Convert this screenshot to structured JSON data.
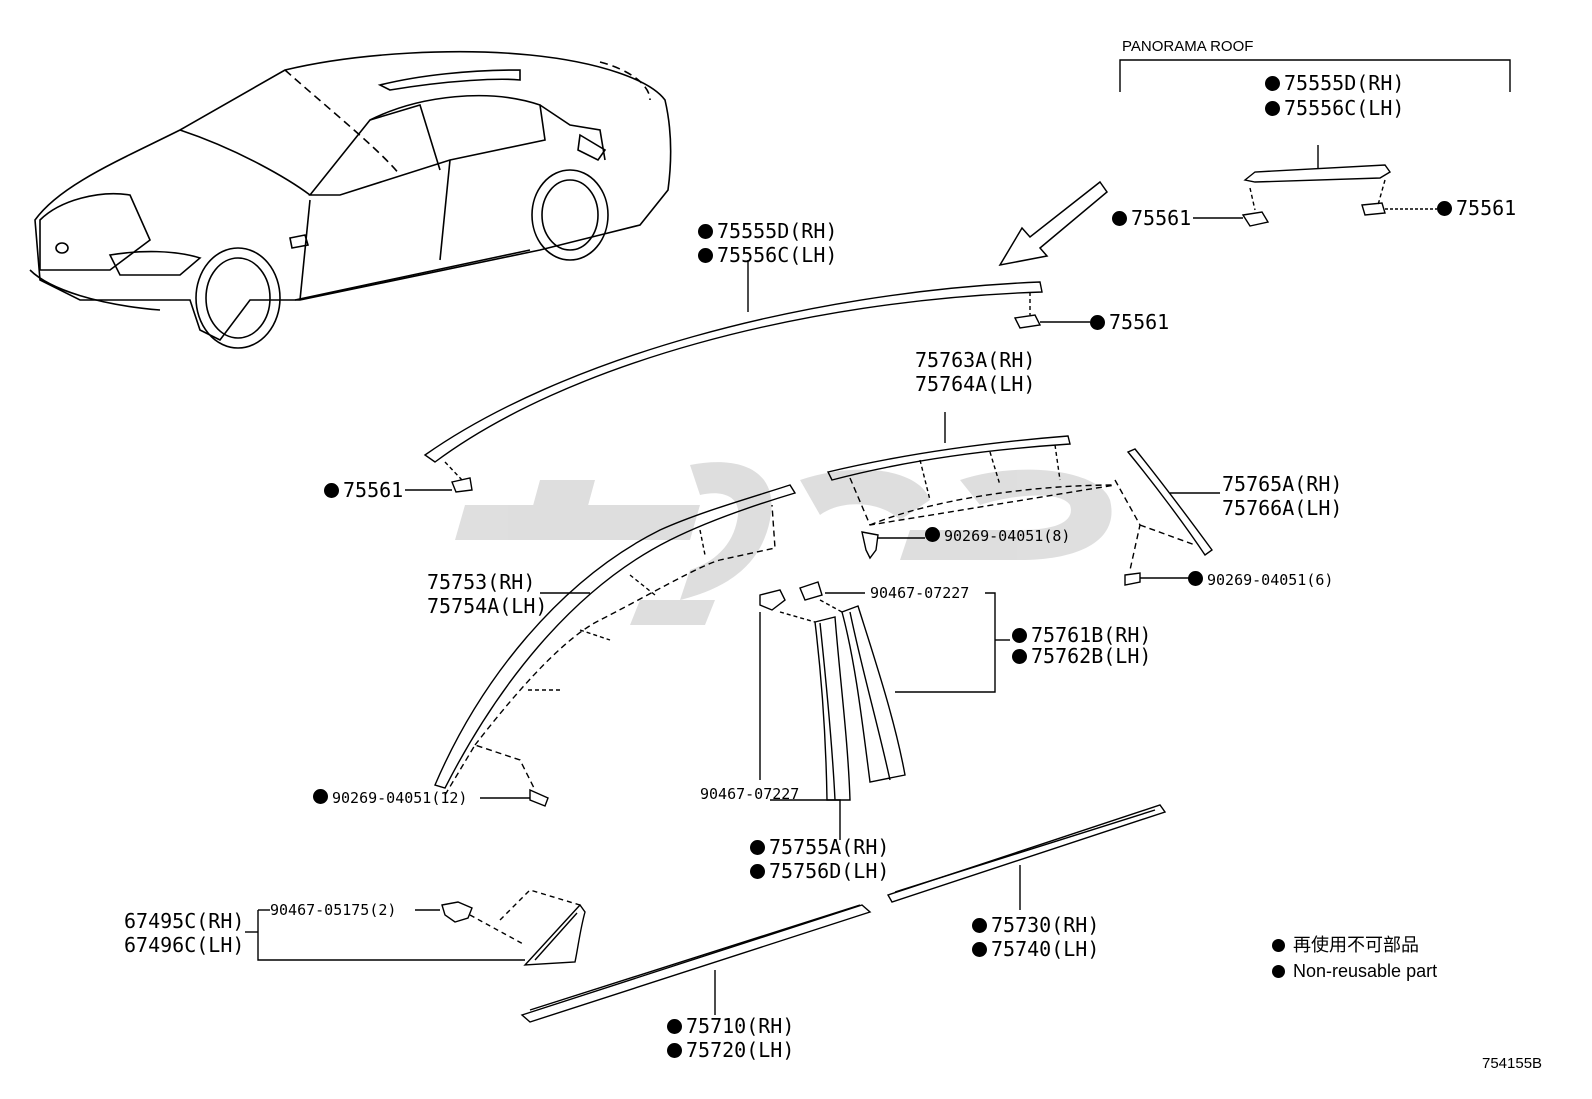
{
  "diagram_id": "754155B",
  "section_label": "PANORAMA ROOF",
  "watermark": "",
  "legend": [
    {
      "marker": "●",
      "text": "再使用不可部品"
    },
    {
      "marker": "●",
      "text": "Non-reusable part"
    }
  ],
  "parts": {
    "roof_molding_pano": {
      "rh": "75555D(RH)",
      "lh": "75556C(LH)",
      "non_reusable": true
    },
    "pano_clip_left": {
      "number": "75561",
      "non_reusable": true
    },
    "pano_clip_right": {
      "number": "75561",
      "non_reusable": true
    },
    "roof_molding": {
      "rh": "75555D(RH)",
      "lh": "75556C(LH)",
      "non_reusable": true
    },
    "roof_clip_right": {
      "number": "75561",
      "non_reusable": true
    },
    "roof_clip_left": {
      "number": "75561",
      "non_reusable": true
    },
    "rear_upper_molding": {
      "rh": "75763A(RH)",
      "lh": "75764A(LH)",
      "non_reusable": false
    },
    "rear_side_molding": {
      "rh": "75765A(RH)",
      "lh": "75766A(LH)",
      "non_reusable": false
    },
    "clip_8": {
      "number": "90269-04051(8)",
      "non_reusable": true
    },
    "clip_6": {
      "number": "90269-04051(6)",
      "non_reusable": true
    },
    "front_door_molding": {
      "rh": "75753(RH)",
      "lh": "75754A(LH)",
      "non_reusable": false
    },
    "clip_90467_upper": {
      "number": "90467-07227",
      "non_reusable": false
    },
    "center_pillar_garnish": {
      "rh": "75761B(RH)",
      "lh": "75762B(LH)",
      "non_reusable": true
    },
    "clip_12": {
      "number": "90269-04051(12)",
      "non_reusable": true
    },
    "clip_90467_lower": {
      "number": "90467-07227",
      "non_reusable": false
    },
    "front_pillar_garnish": {
      "rh": "75755A(RH)",
      "lh": "75756D(LH)",
      "non_reusable": true
    },
    "quarter_window_cover": {
      "rh": "67495C(RH)",
      "lh": "67496C(LH)",
      "non_reusable": false
    },
    "clip_05175": {
      "number": "90467-05175(2)",
      "non_reusable": false
    },
    "rear_belt_molding": {
      "rh": "75730(RH)",
      "lh": "75740(LH)",
      "non_reusable": true
    },
    "front_belt_molding": {
      "rh": "75710(RH)",
      "lh": "75720(LH)",
      "non_reusable": true
    }
  }
}
